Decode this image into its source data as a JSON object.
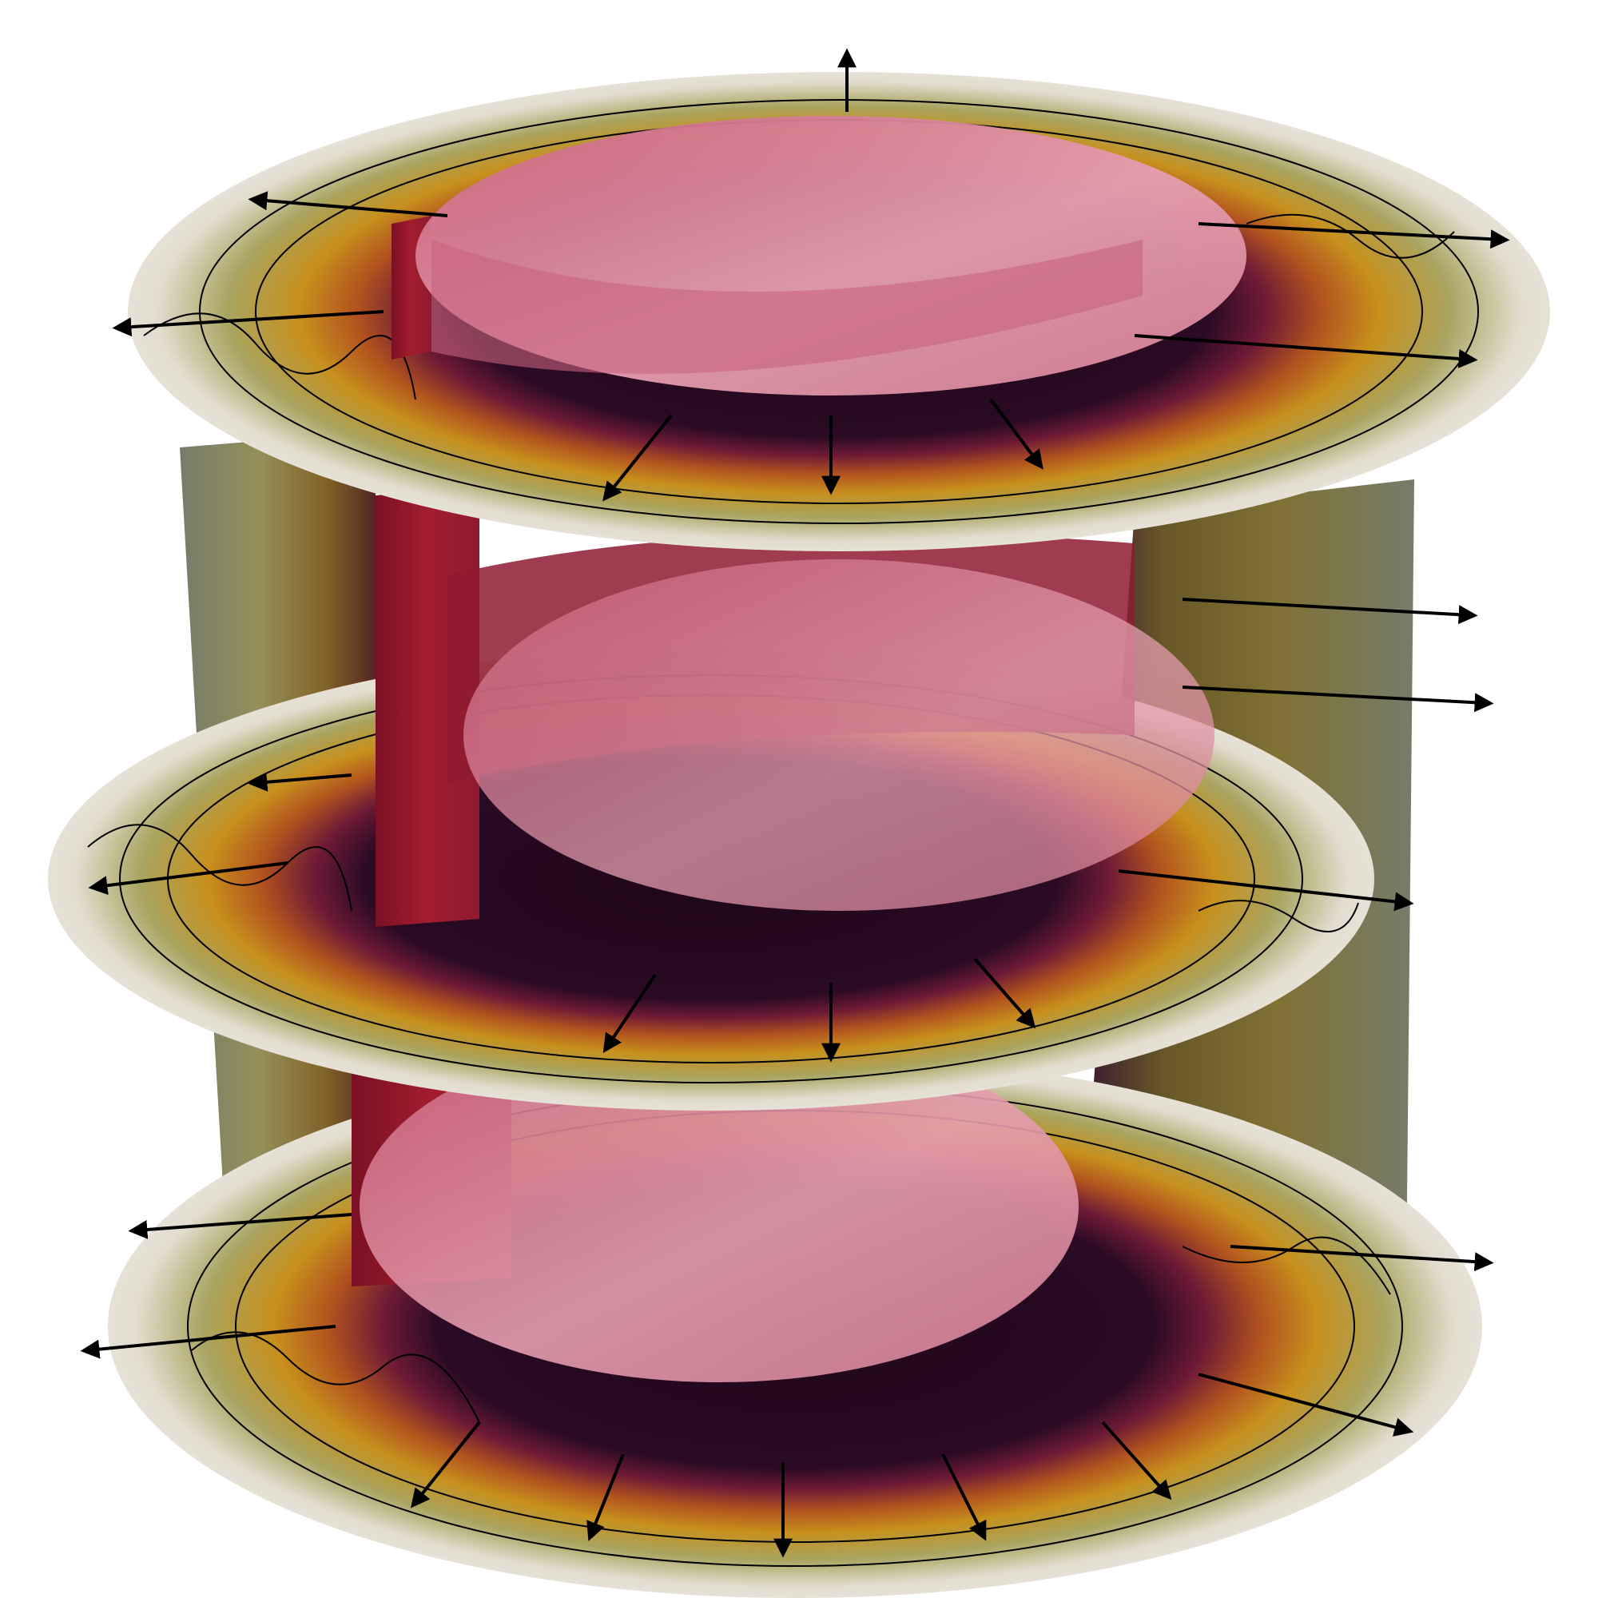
{
  "scene": {
    "background": "#ffffff",
    "colors": {
      "cut_core": "#2a0a24",
      "cut_mid": "#6e1a36",
      "cut_warm": "#b3541e",
      "cut_amber": "#c7901d",
      "cut_olive": "#a9a460",
      "cut_outer": "#e3ddd0",
      "cylinder_face": "#7b1024",
      "cylinder_face_alt": "#a21d2e",
      "cap_pink": "#e59fb0",
      "cap_pink_shade": "#c9627e",
      "side_wall_gray": "#6f7563",
      "side_wall_olive": "#5f4e1c",
      "arrow": "#000000",
      "contour": "#000000"
    },
    "slices": [
      {
        "name": "top"
      },
      {
        "name": "middle"
      },
      {
        "name": "bottom"
      }
    ],
    "glyphs": "arrow-glyph",
    "isolines": "contour-lines"
  }
}
